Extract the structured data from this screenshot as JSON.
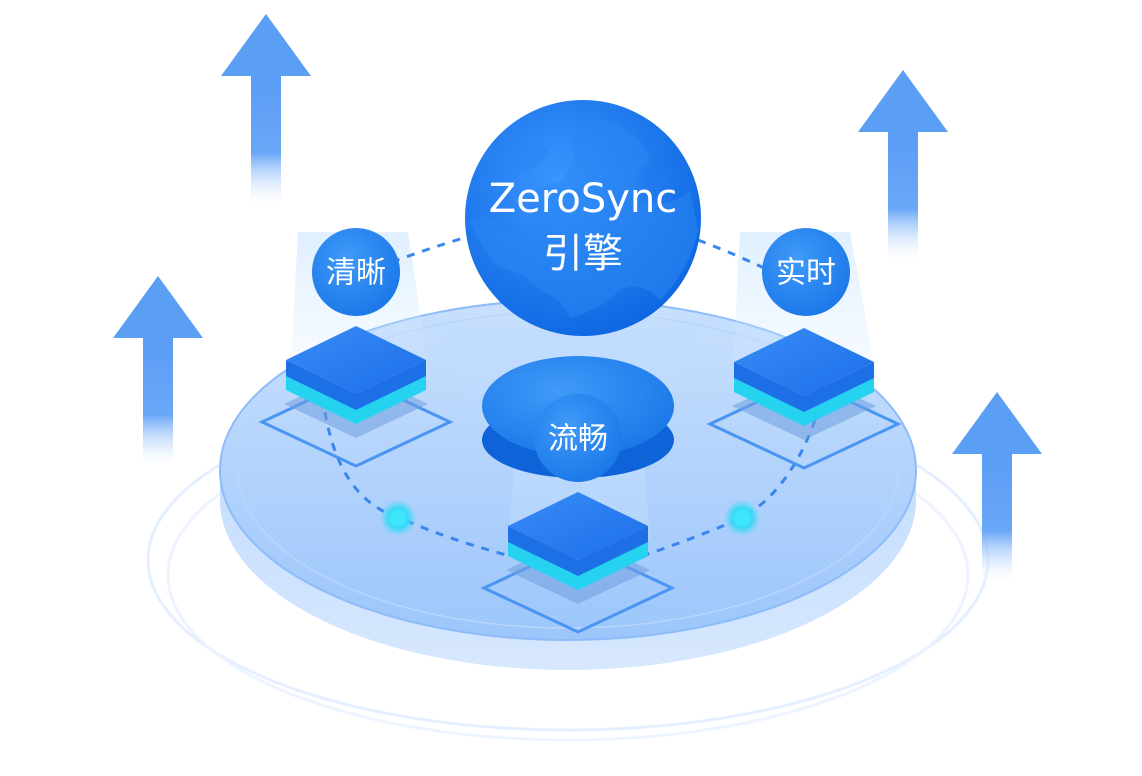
{
  "engine": {
    "name": "ZeroSync",
    "subtitle": "引擎"
  },
  "features": {
    "clear": "清晰",
    "realtime": "实时",
    "smooth": "流畅"
  },
  "colors": {
    "primary": "#1e7cf2",
    "primary_dark": "#0a5fd6",
    "arrow": "#5b9ff5",
    "platform": "#a8cdfb",
    "cyan": "#3de0f5"
  }
}
